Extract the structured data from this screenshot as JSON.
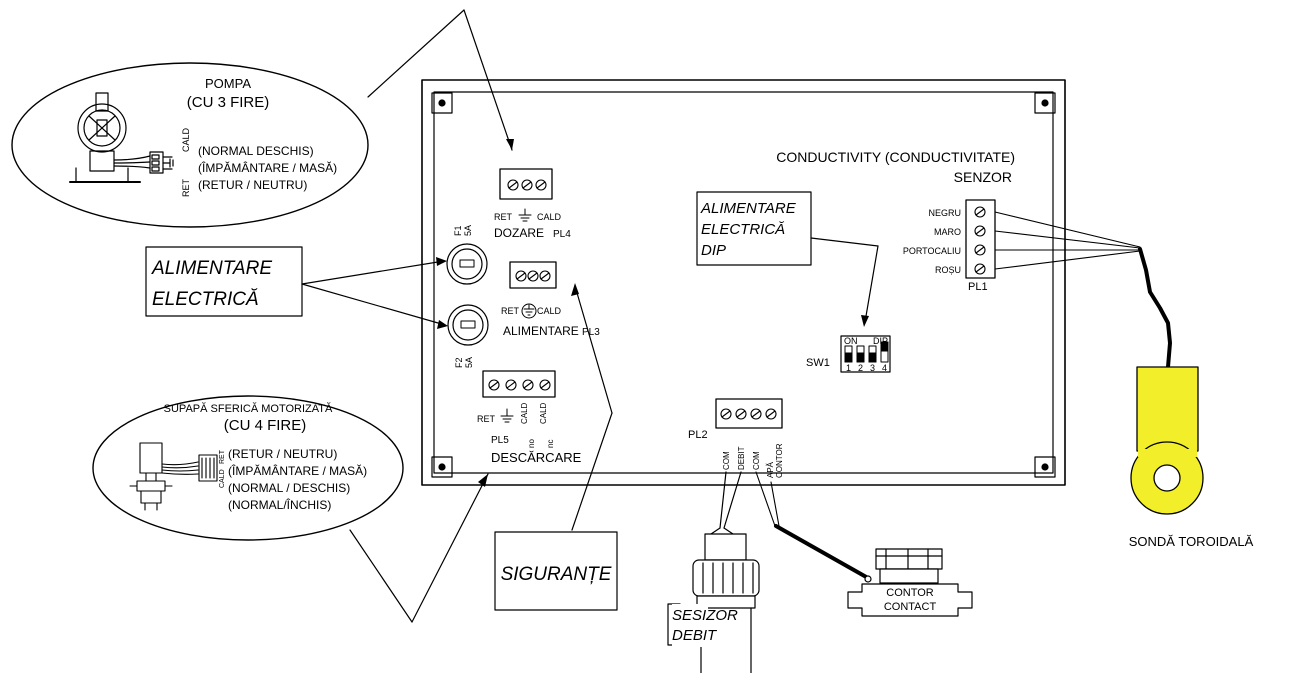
{
  "pump": {
    "title": "POMPA",
    "subtitle": "(CU 3 FIRE)",
    "wire_hot": "CALD",
    "wire_ret": "RET",
    "normal_open": "(NORMAL DESCHIS)",
    "ground": "(ÎMPĂMÂNTARE / MASĂ)",
    "return_neutral": "(RETUR / NEUTRU)"
  },
  "valve": {
    "title": "SUPAPĂ SFERICĂ MOTORIZATĂ",
    "subtitle": "(CU 4 FIRE)",
    "wire_ret": "RET",
    "wire_hot": "CALD",
    "return_neutral": "(RETUR / NEUTRU)",
    "ground": "(ÎMPĂMÂNTARE / MASĂ)",
    "normal_open": "(NORMAL / DESCHIS)",
    "normal_closed": "(NORMAL/ÎNCHIS)"
  },
  "callouts": {
    "power": [
      "ALIMENTARE",
      "ELECTRICĂ"
    ],
    "dip_power": [
      "ALIMENTARE",
      "ELECTRICĂ",
      "DIP"
    ],
    "fuses": "SIGURANȚE",
    "flow_sensor": [
      "SESIZOR",
      "DEBIT"
    ]
  },
  "board": {
    "pl4": {
      "ret": "RET",
      "cald": "CALD",
      "name": "DOZARE",
      "id": "PL4"
    },
    "f1": {
      "id": "F1",
      "rating": "5A"
    },
    "f2": {
      "id": "F2",
      "rating": "5A"
    },
    "pl3": {
      "ret": "RET",
      "cald": "CALD",
      "name": "ALIMENTARE",
      "id": "PL3"
    },
    "pl5": {
      "ret": "RET",
      "cald1": "CALD",
      "no": "no",
      "cald2": "CALD",
      "nc": "nc",
      "id": "PL5",
      "name": "DESCĂRCARE"
    },
    "pl2": {
      "id": "PL2",
      "com1": "COM",
      "debit": "DEBIT",
      "com2": "COM",
      "apa": "APĂ",
      "contor": "CONTOR"
    },
    "sensor": {
      "title": "CONDUCTIVITY (CONDUCTIVITATE)",
      "subtitle": "SENZOR"
    },
    "pl1": {
      "id": "PL1",
      "wires": [
        "NEGRU",
        "MARO",
        "PORTOCALIU",
        "ROȘU"
      ]
    },
    "sw1": {
      "id": "SW1",
      "on": "ON",
      "dip": "DIP",
      "positions": [
        "1",
        "2",
        "3",
        "4"
      ]
    }
  },
  "meter": [
    "CONTOR",
    "CONTACT"
  ],
  "probe": {
    "label": "SONDĂ TOROIDALĂ",
    "color": "#f2ef2a"
  }
}
